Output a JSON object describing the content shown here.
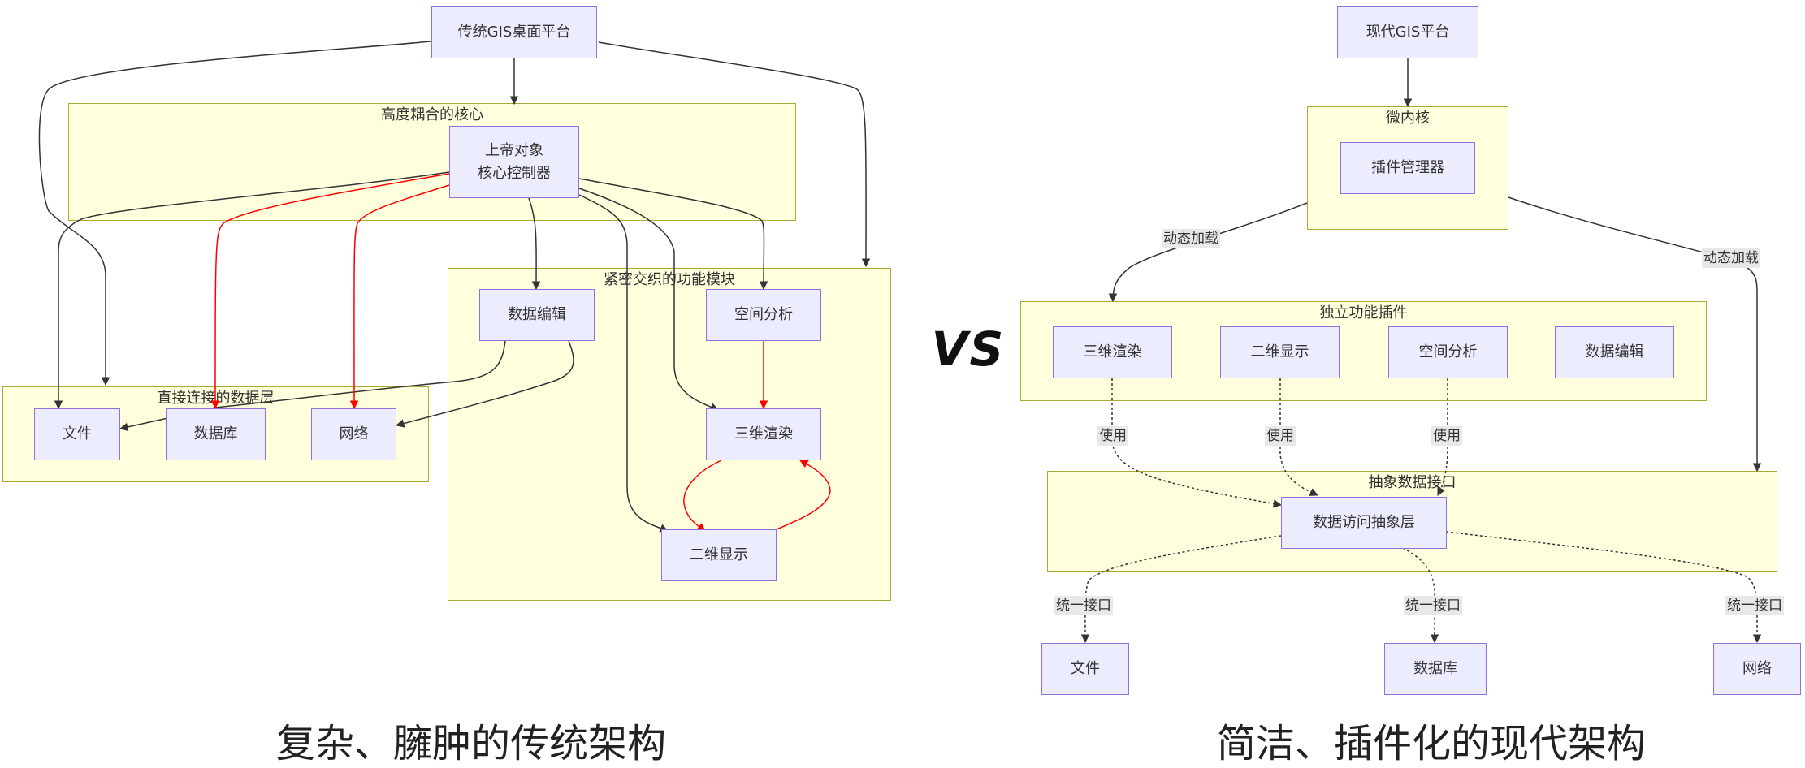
{
  "traditional": {
    "top_node": "传统GIS桌面平台",
    "core_cluster": "高度耦合的核心",
    "core_node_line1": "上帝对象",
    "core_node_line2": "核心控制器",
    "modules_cluster": "紧密交织的功能模块",
    "module_data_edit": "数据编辑",
    "module_spatial": "空间分析",
    "module_3d": "三维渲染",
    "module_2d": "二维显示",
    "data_cluster": "直接连接的数据层",
    "data_file": "文件",
    "data_db": "数据库",
    "data_net": "网络",
    "caption": "复杂、臃肿的传统架构"
  },
  "vs_label": "VS",
  "modern": {
    "top_node": "现代GIS平台",
    "kernel_cluster": "微内核",
    "plugin_manager": "插件管理器",
    "dynamic_load_left": "动态加载",
    "dynamic_load_right": "动态加载",
    "plugins_cluster": "独立功能插件",
    "plugin_3d": "三维渲染",
    "plugin_2d": "二维显示",
    "plugin_spatial": "空间分析",
    "plugin_edit": "数据编辑",
    "use_1": "使用",
    "use_2": "使用",
    "use_3": "使用",
    "abstract_cluster": "抽象数据接口",
    "data_access": "数据访问抽象层",
    "iface_1": "统一接口",
    "iface_2": "统一接口",
    "iface_3": "统一接口",
    "data_file": "文件",
    "data_db": "数据库",
    "data_net": "网络",
    "caption": "简洁、插件化的现代架构"
  },
  "colors": {
    "node_fill": "#ECECFF",
    "node_border": "#9370DB",
    "cluster_fill": "#FFFFDE",
    "cluster_border": "#AAAA33",
    "edge": "#333333",
    "edge_red": "#FF0000",
    "edge_label_bg": "#E8E8E8"
  }
}
